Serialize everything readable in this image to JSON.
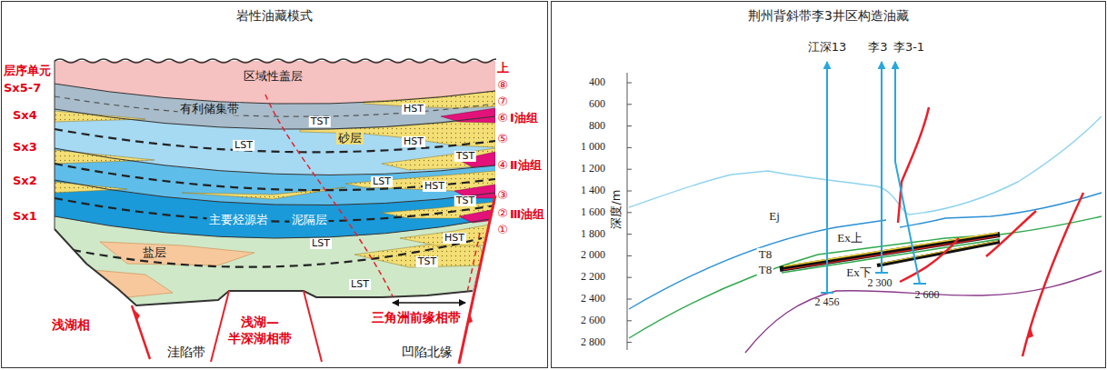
{
  "diagram": {
    "nodes": [
      {
        "text": [
          "岩性油藏模式"
        ]
      },
      {
        "text": [
          "荆州背斜带李3井区构造油藏"
        ]
      }
    ],
    "labels": [
      "层序单元",
      "Sx5-7",
      "Sx4",
      "Sx3",
      "Sx2",
      "Sx1",
      "区域性盖层",
      "上",
      "⑧",
      "⑦",
      "⑥",
      "⑤",
      "④",
      "③",
      "②",
      "①",
      "有利储集带",
      "TST",
      "HST",
      "Ⅰ油组",
      "LST",
      "砂层",
      "HST",
      "TST",
      "Ⅱ油组",
      "LST",
      "HST",
      "TST",
      "主要烃源岩",
      "泥隔层",
      "Ⅲ油组",
      "LST",
      "HST",
      "盐层",
      "TST",
      "LST",
      "浅湖相",
      "浅湖— 半深湖相带",
      "三角洲前缘相带",
      "洼陷带",
      "凹陷北缘",
      "江深13",
      "李3",
      "李3-1",
      "深度/m",
      "400",
      "600",
      "800",
      "1 000",
      "1 200",
      "1 400",
      "1 600",
      "1 800",
      "2 000",
      "2 200",
      "2 400",
      "2 600",
      "2 800",
      "Ej",
      "Ex上",
      "T8",
      "T8",
      "Ex下",
      "2 456",
      "2 300",
      "2 600"
    ]
  }
}
